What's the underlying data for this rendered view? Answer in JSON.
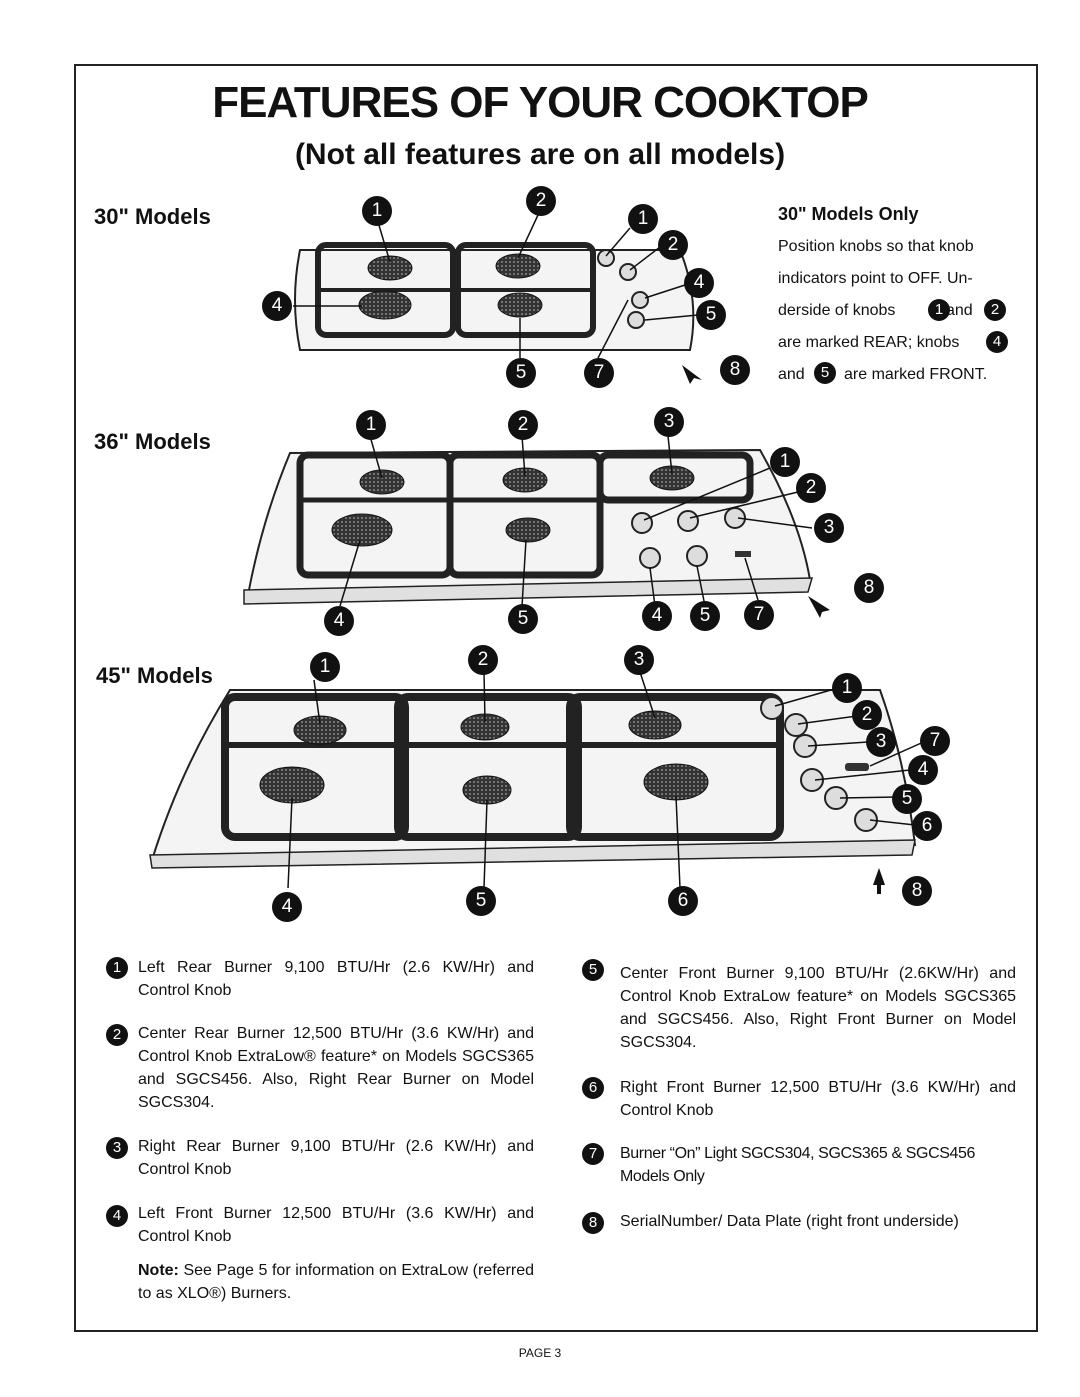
{
  "title": "FEATURES OF YOUR COOKTOP",
  "subtitle": "(Not all features are on all models)",
  "models": {
    "m30": "30\" Models",
    "m36": "36\" Models",
    "m45": "45\" Models"
  },
  "models30_only": {
    "heading": "30\" Models Only",
    "line1": "Position knobs so that knob",
    "line2": "indicators point to OFF. Un-",
    "line3a": "derside of knobs",
    "line3b": "and",
    "line4": "are marked REAR; knobs",
    "line5a": "and",
    "line5b": "are marked FRONT."
  },
  "callouts": {
    "n1": "1",
    "n2": "2",
    "n3": "3",
    "n4": "4",
    "n5": "5",
    "n6": "6",
    "n7": "7",
    "n8": "8"
  },
  "legend": [
    {
      "num": "1",
      "text": "Left Rear Burner 9,100 BTU/Hr (2.6 KW/Hr) and Control Knob"
    },
    {
      "num": "2",
      "text": "Center Rear Burner 12,500 BTU/Hr (3.6 KW/Hr) and Control Knob ExtraLow® feature* on Models SGCS365 and SGCS456. Also, Right Rear Burner on Model SGCS304."
    },
    {
      "num": "3",
      "text": "Right Rear Burner 9,100 BTU/Hr (2.6 KW/Hr) and Control Knob"
    },
    {
      "num": "4",
      "text": "Left Front Burner 12,500 BTU/Hr (3.6 KW/Hr) and Control Knob"
    },
    {
      "num": "5",
      "text": "Center Front Burner 9,100 BTU/Hr (2.6KW/Hr) and Control Knob ExtraLow feature* on Models SGCS365 and SGCS456. Also, Right Front Burner on Model SGCS304."
    },
    {
      "num": "6",
      "text": "Right Front Burner 12,500 BTU/Hr (3.6 KW/Hr) and Control Knob"
    },
    {
      "num": "7",
      "text": "Burner “On” Light SGCS304, SGCS365 & SGCS456 Models Only"
    },
    {
      "num": "8",
      "text": "SerialNumber/ Data Plate (right front underside)"
    }
  ],
  "note": {
    "label": "Note:",
    "text": "See Page 5 for information on ExtraLow (referred to as XLO®) Burners."
  },
  "footer": "PAGE 3"
}
